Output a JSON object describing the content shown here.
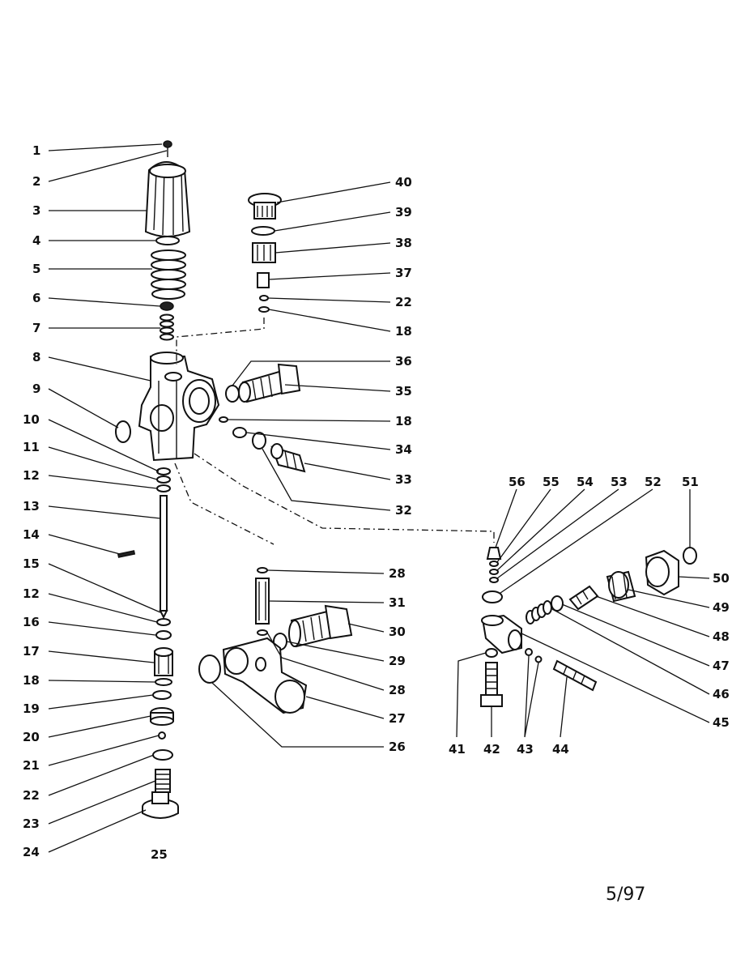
{
  "footer_code": "5/97",
  "callouts": [
    {
      "id": "c1",
      "text": "1"
    },
    {
      "id": "c2",
      "text": "2"
    },
    {
      "id": "c3",
      "text": "3"
    },
    {
      "id": "c4",
      "text": "4"
    },
    {
      "id": "c5",
      "text": "5"
    },
    {
      "id": "c6",
      "text": "6"
    },
    {
      "id": "c7",
      "text": "7"
    },
    {
      "id": "c8",
      "text": "8"
    },
    {
      "id": "c9",
      "text": "9"
    },
    {
      "id": "c10",
      "text": "10"
    },
    {
      "id": "c11",
      "text": "11"
    },
    {
      "id": "c12a",
      "text": "12"
    },
    {
      "id": "c13",
      "text": "13"
    },
    {
      "id": "c14",
      "text": "14"
    },
    {
      "id": "c15",
      "text": "15"
    },
    {
      "id": "c12b",
      "text": "12"
    },
    {
      "id": "c16",
      "text": "16"
    },
    {
      "id": "c17",
      "text": "17"
    },
    {
      "id": "c18a",
      "text": "18"
    },
    {
      "id": "c19",
      "text": "19"
    },
    {
      "id": "c20",
      "text": "20"
    },
    {
      "id": "c21",
      "text": "21"
    },
    {
      "id": "c22a",
      "text": "22"
    },
    {
      "id": "c23",
      "text": "23"
    },
    {
      "id": "c24",
      "text": "24"
    },
    {
      "id": "c25",
      "text": "25"
    },
    {
      "id": "c40",
      "text": "40"
    },
    {
      "id": "c39",
      "text": "39"
    },
    {
      "id": "c38",
      "text": "38"
    },
    {
      "id": "c37",
      "text": "37"
    },
    {
      "id": "c22b",
      "text": "22"
    },
    {
      "id": "c18b",
      "text": "18"
    },
    {
      "id": "c36",
      "text": "36"
    },
    {
      "id": "c35",
      "text": "35"
    },
    {
      "id": "c18c",
      "text": "18"
    },
    {
      "id": "c34",
      "text": "34"
    },
    {
      "id": "c33",
      "text": "33"
    },
    {
      "id": "c32",
      "text": "32"
    },
    {
      "id": "c28a",
      "text": "28"
    },
    {
      "id": "c31",
      "text": "31"
    },
    {
      "id": "c30",
      "text": "30"
    },
    {
      "id": "c29",
      "text": "29"
    },
    {
      "id": "c28b",
      "text": "28"
    },
    {
      "id": "c27",
      "text": "27"
    },
    {
      "id": "c26",
      "text": "26"
    },
    {
      "id": "c56",
      "text": "56"
    },
    {
      "id": "c55",
      "text": "55"
    },
    {
      "id": "c54",
      "text": "54"
    },
    {
      "id": "c53",
      "text": "53"
    },
    {
      "id": "c52",
      "text": "52"
    },
    {
      "id": "c51",
      "text": "51"
    },
    {
      "id": "c50",
      "text": "50"
    },
    {
      "id": "c49",
      "text": "49"
    },
    {
      "id": "c48",
      "text": "48"
    },
    {
      "id": "c47",
      "text": "47"
    },
    {
      "id": "c46",
      "text": "46"
    },
    {
      "id": "c45",
      "text": "45"
    },
    {
      "id": "c41",
      "text": "41"
    },
    {
      "id": "c42",
      "text": "42"
    },
    {
      "id": "c43",
      "text": "43"
    },
    {
      "id": "c44",
      "text": "44"
    }
  ]
}
